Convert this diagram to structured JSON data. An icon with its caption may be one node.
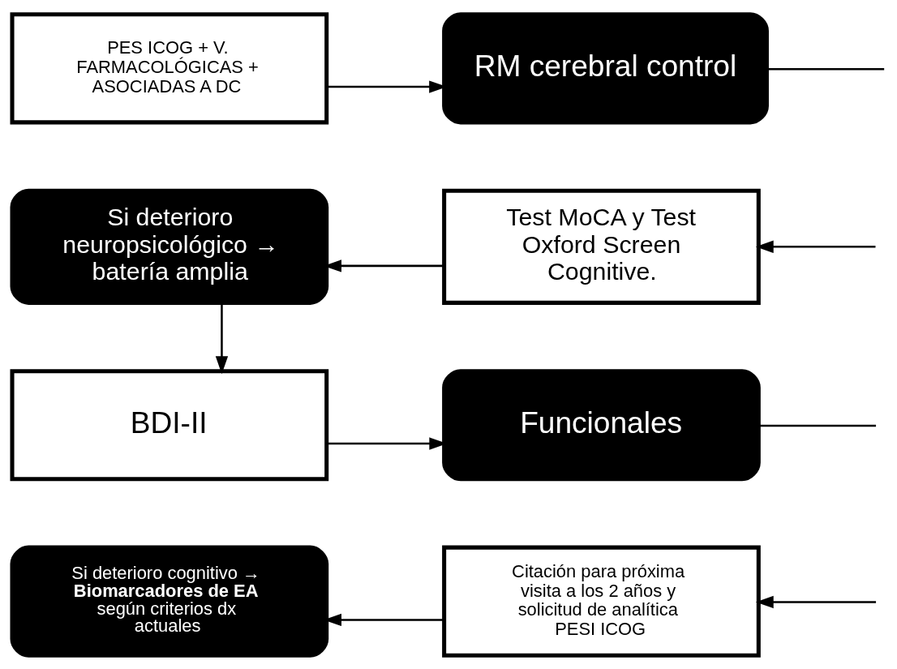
{
  "diagram": {
    "nodes": [
      {
        "text": [
          "PES ICOG + V. FARMACOLÓGICAS + ASOCIADAS A DC"
        ]
      },
      {
        "text": [
          "RM cerebral control"
        ]
      },
      {
        "text": [
          "Si deterioro neuropsicológico → batería amplia"
        ]
      },
      {
        "text": [
          "Test MoCA y Test Oxford Screen Cognitive."
        ]
      },
      {
        "text": [
          "BDI-II"
        ]
      },
      {
        "text": [
          "Funcionales"
        ]
      },
      {
        "text": [
          "Si deterioro cognitivo → **Biomarcadores de EA** según criterios dx actuales"
        ]
      },
      {
        "text": [
          "Citación para próxima visita a los 2 años y solicitud de analítica PESI ICOG"
        ]
      }
    ],
    "edges": [
      {
        "from": 0,
        "to": 1,
        "arrow": "to"
      },
      {
        "from": 1,
        "to": null,
        "arrow": "none"
      },
      {
        "from": null,
        "to": 3,
        "arrow": "to"
      },
      {
        "from": 3,
        "to": 2,
        "arrow": "to"
      },
      {
        "from": 2,
        "to": 4,
        "arrow": "to"
      },
      {
        "from": 4,
        "to": 5,
        "arrow": "to"
      },
      {
        "from": 5,
        "to": null,
        "arrow": "none"
      },
      {
        "from": null,
        "to": 7,
        "arrow": "to"
      },
      {
        "from": 7,
        "to": 6,
        "arrow": "to"
      }
    ]
  }
}
